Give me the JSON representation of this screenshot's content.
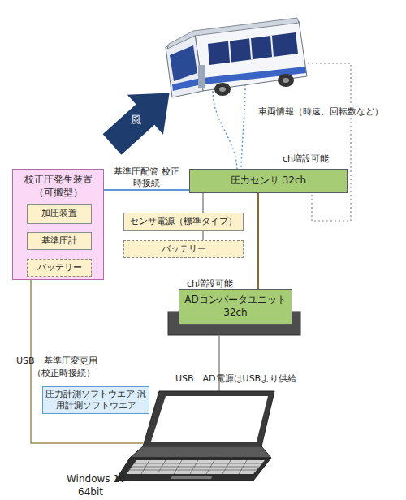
{
  "diagram": {
    "nodes": [
      {
        "text": [
          "校正圧発生装置 （可搬型）"
        ]
      },
      {
        "text": [
          "加圧装置"
        ],
        "in": 0
      },
      {
        "text": [
          "基準圧計"
        ],
        "in": 0
      },
      {
        "text": [
          "バッテリー"
        ],
        "in": 0
      },
      {
        "text": [
          "圧力センサ 32ch"
        ]
      },
      {
        "text": [
          "センサ電源（標準タイプ）"
        ]
      },
      {
        "text": [
          "バッテリー"
        ]
      },
      {
        "text": [
          "ADコンバータユニット 32ch"
        ]
      },
      {
        "text": [
          "圧力計測ソフトウエア 汎用計測ソフトウエア"
        ]
      }
    ],
    "edges": [
      {
        "from": 0,
        "to": 4,
        "label": "基準圧配管 校正時接続",
        "arrow": "none"
      },
      {
        "from": 4,
        "to": 5,
        "arrow": "none"
      },
      {
        "from": 5,
        "to": 6,
        "arrow": "none"
      },
      {
        "from": 4,
        "to": 7,
        "arrow": "none"
      }
    ],
    "labels": [
      "ch増設可能",
      "車両情報（時速、回転数など）",
      "風",
      "ch増設可能",
      "USB　基準圧変更用",
      "（校正時接続）",
      "USB　AD電源はUSBより供給",
      "Windows 10",
      "64bit"
    ]
  }
}
